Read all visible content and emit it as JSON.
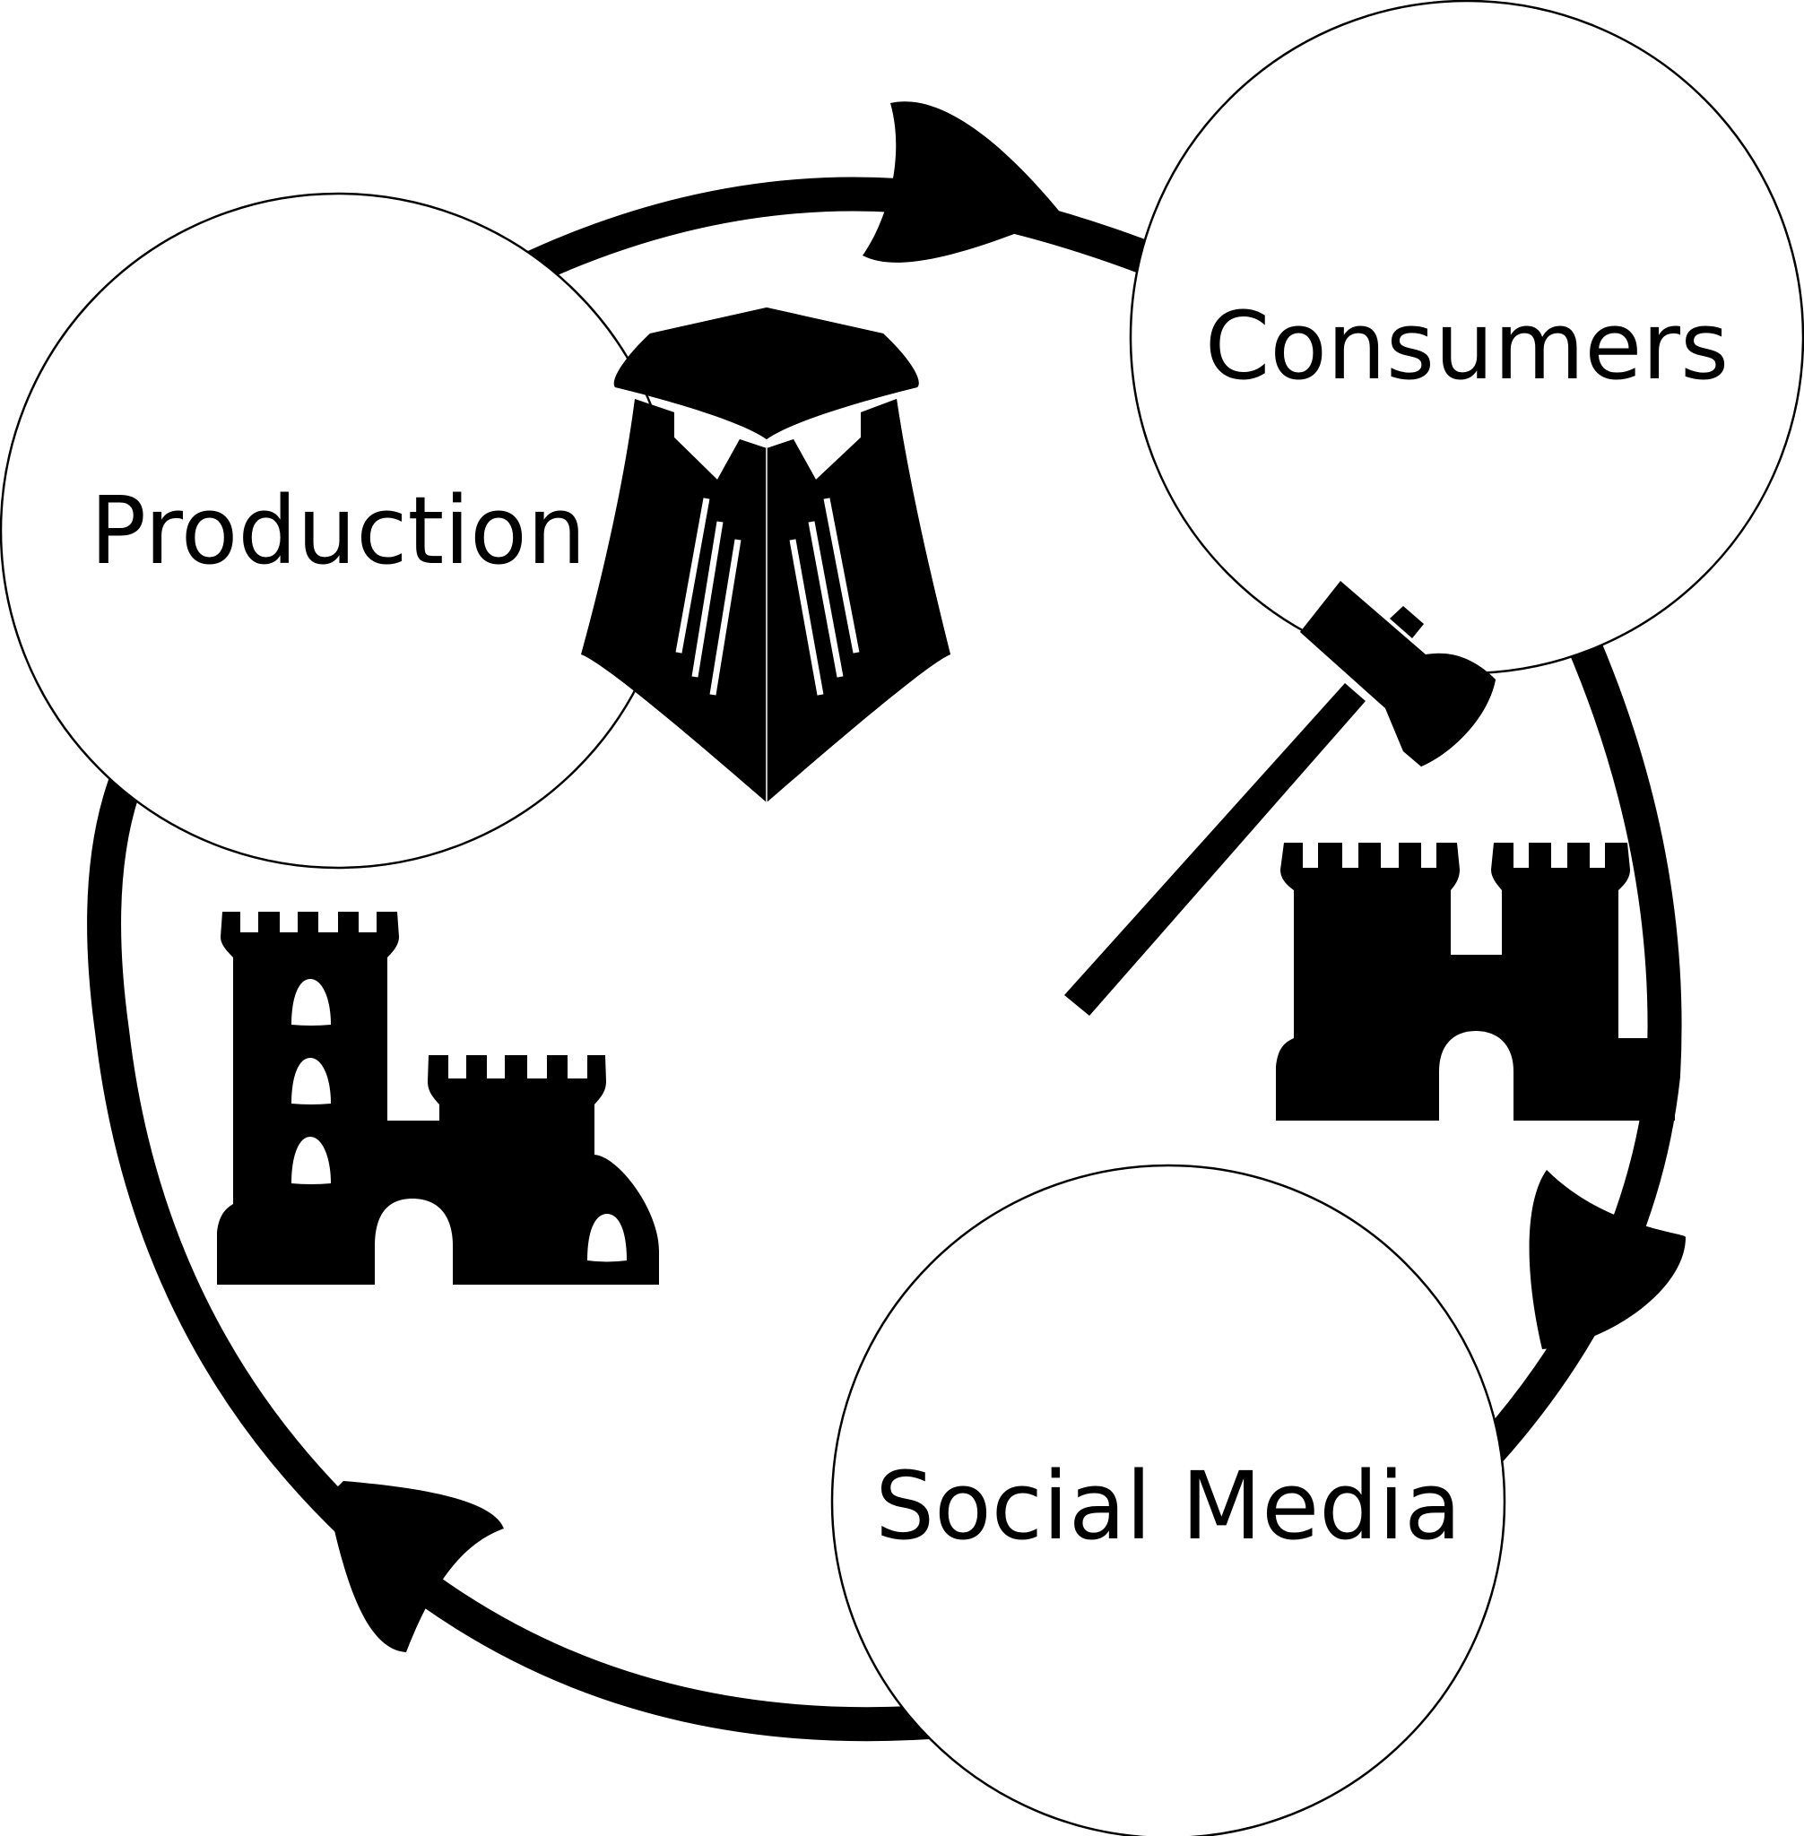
{
  "diagram": {
    "nodes": [
      {
        "id": "production",
        "label": "Production"
      },
      {
        "id": "consumers",
        "label": "Consumers"
      },
      {
        "id": "social_media",
        "label": "Social Media"
      }
    ],
    "edges": [
      {
        "from": "production",
        "to": "consumers"
      },
      {
        "from": "consumers",
        "to": "social_media"
      },
      {
        "from": "social_media",
        "to": "production"
      }
    ],
    "icons": [
      "judge-robe-icon",
      "gavel-icon",
      "castle-icon",
      "fortress-icon"
    ],
    "colors": {
      "stroke": "#000000",
      "fill": "#ffffff",
      "icon": "#000000"
    }
  }
}
